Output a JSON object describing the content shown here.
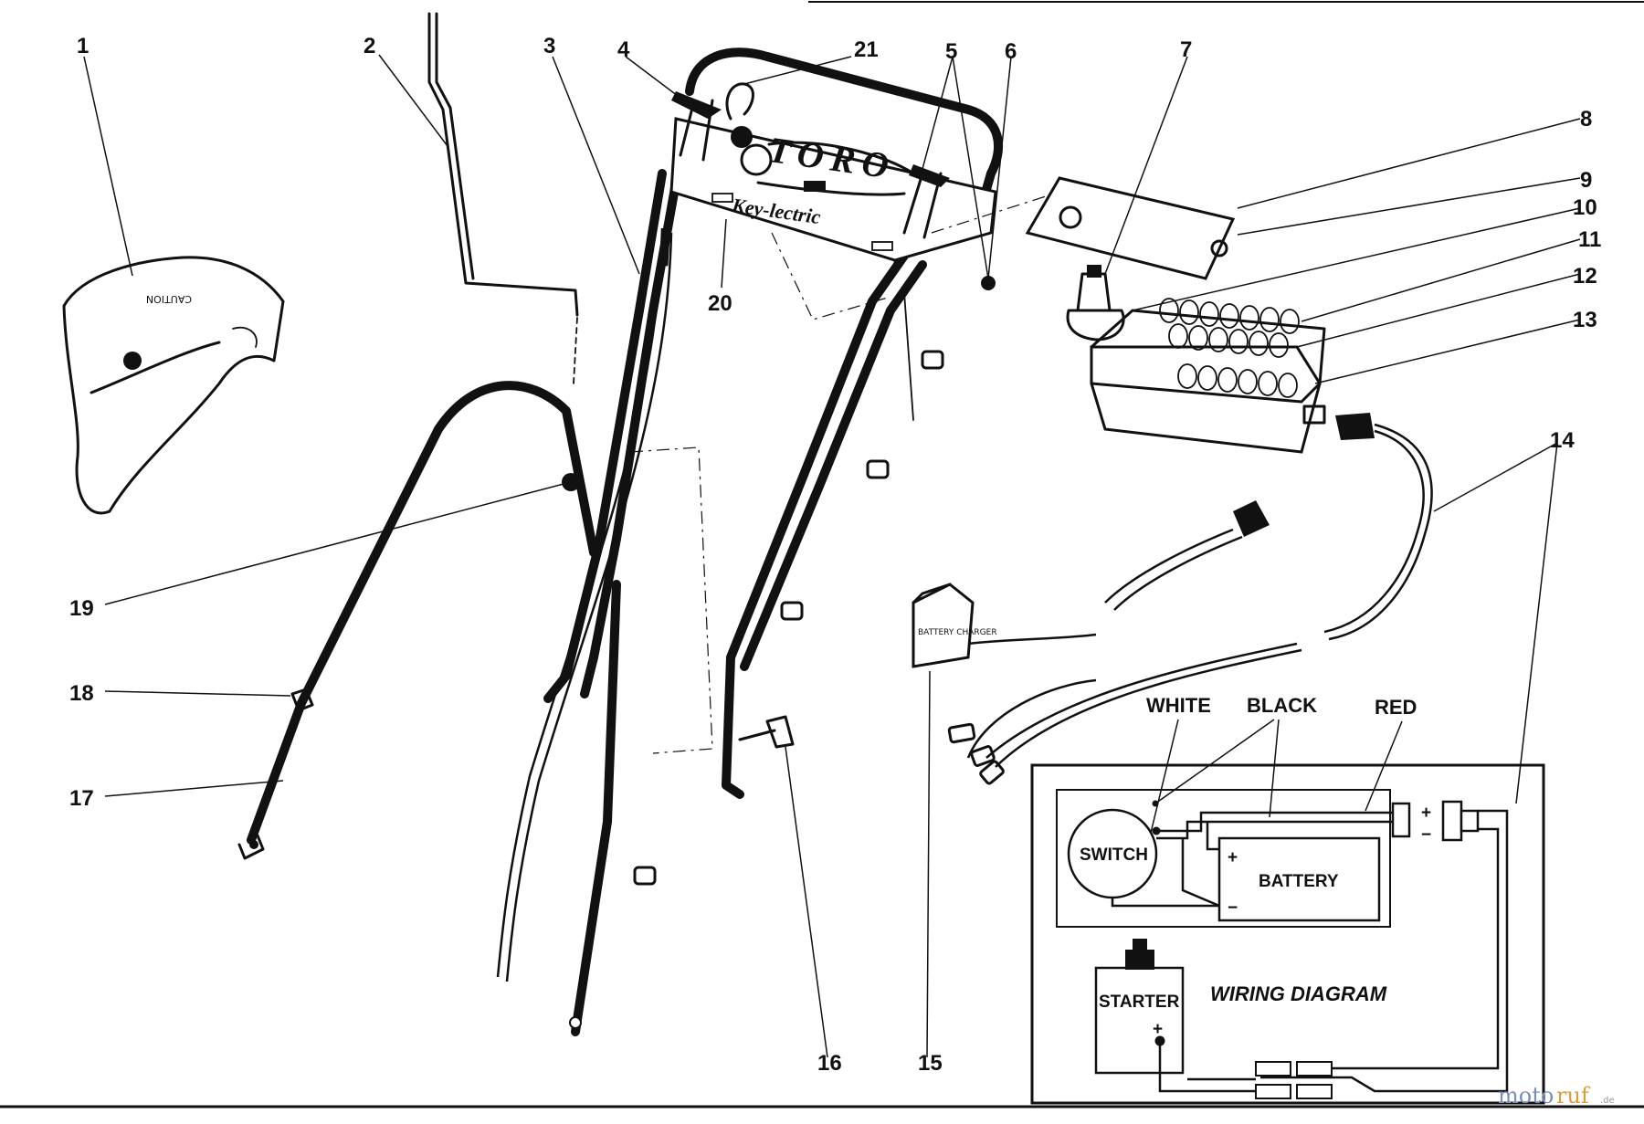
{
  "diagram": {
    "callouts": [
      "1",
      "2",
      "3",
      "4",
      "5",
      "6",
      "7",
      "8",
      "9",
      "10",
      "11",
      "12",
      "13",
      "14",
      "15",
      "16",
      "17",
      "18",
      "19",
      "20",
      "21"
    ],
    "logo_text": "TORO",
    "panel_script": "Key-lectric",
    "charger_text": "BATTERY CHARGER",
    "wiring": {
      "title": "WIRING DIAGRAM",
      "wire_labels": {
        "white": "WHITE",
        "black": "BLACK",
        "red": "RED"
      },
      "switch": "SWITCH",
      "battery": "BATTERY",
      "starter": "STARTER",
      "plus": "+",
      "minus": "−"
    },
    "watermark": {
      "a": "moto",
      "b": "ruf",
      "c": ".de"
    }
  }
}
